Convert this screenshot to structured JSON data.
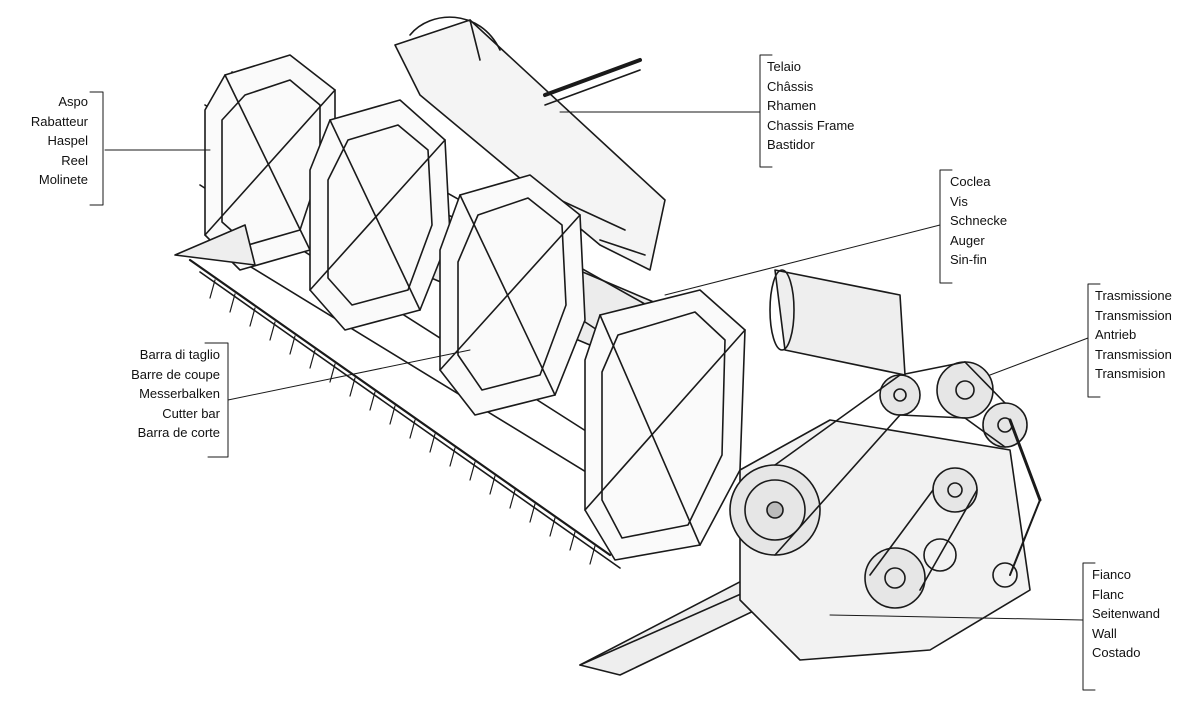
{
  "labels": {
    "reel": [
      "Aspo",
      "Rabatteur",
      "Haspel",
      "Reel",
      "Molinete"
    ],
    "chassis": [
      "Telaio",
      "Châssis",
      "Rhamen",
      "Chassis Frame",
      "Bastidor"
    ],
    "auger": [
      "Coclea",
      "Vis",
      "Schnecke",
      "Auger",
      "Sin-fin"
    ],
    "transmission": [
      "Trasmissione",
      "Transmission",
      "Antrieb",
      "Transmission",
      "Transmision"
    ],
    "cutter_bar": [
      "Barra di taglio",
      "Barre de coupe",
      "Messerbalken",
      "Cutter bar",
      "Barra de corte"
    ],
    "side_wall": [
      "Fianco",
      "Flanc",
      "Seitenwand",
      "Wall",
      "Costado"
    ]
  }
}
